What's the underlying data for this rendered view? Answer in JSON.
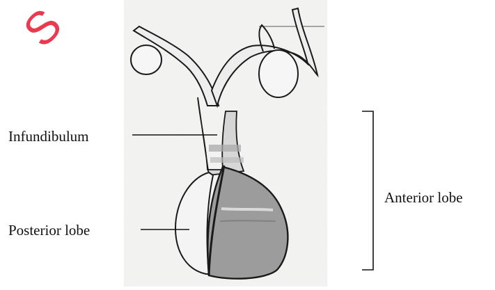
{
  "labels": {
    "infundibulum": "Infundibulum",
    "posterior_lobe": "Posterior lobe",
    "anterior_lobe": "Anterior lobe"
  },
  "watermark": {
    "text": "S",
    "color": "#e8253a"
  },
  "colors": {
    "outline": "#1a1a1a",
    "anterior_fill": "#9a9a9a",
    "posterior_fill": "#f3f3f3",
    "stalk_fill": "#d4d4d4",
    "paper": "#f4f4f2"
  }
}
